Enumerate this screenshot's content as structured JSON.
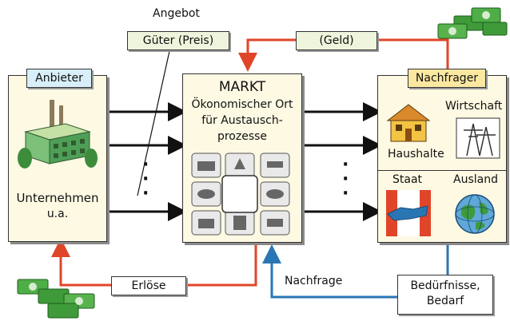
{
  "top": {
    "angebot": "Angebot",
    "gueter_preis": "Güter (Preis)",
    "geld": "(Geld)"
  },
  "anbieter": {
    "header": "Anbieter",
    "caption_line1": "Unternehmen",
    "caption_line2": "u.a."
  },
  "markt": {
    "title": "MARKT",
    "line1": "Ökonomischer Ort",
    "line2": "für Austausch-",
    "line3": "prozesse"
  },
  "nachfrager": {
    "header": "Nachfrager",
    "wirtschaft": "Wirtschaft",
    "haushalte": "Haushalte",
    "staat": "Staat",
    "ausland": "Ausland"
  },
  "bottom": {
    "erloese": "Erlöse",
    "nachfrage": "Nachfrage",
    "beduerfnisse_line1": "Bedürfnisse,",
    "beduerfnisse_line2": "Bedarf"
  },
  "dots": "·",
  "colors": {
    "red": "#e0452a",
    "blue": "#2a76b5",
    "box_fill": "#fdf9e3",
    "label_green": "#eef5dc",
    "label_blue": "#d8eef8",
    "label_yellow": "#fbe8a0",
    "money": "#3f9a3a"
  }
}
